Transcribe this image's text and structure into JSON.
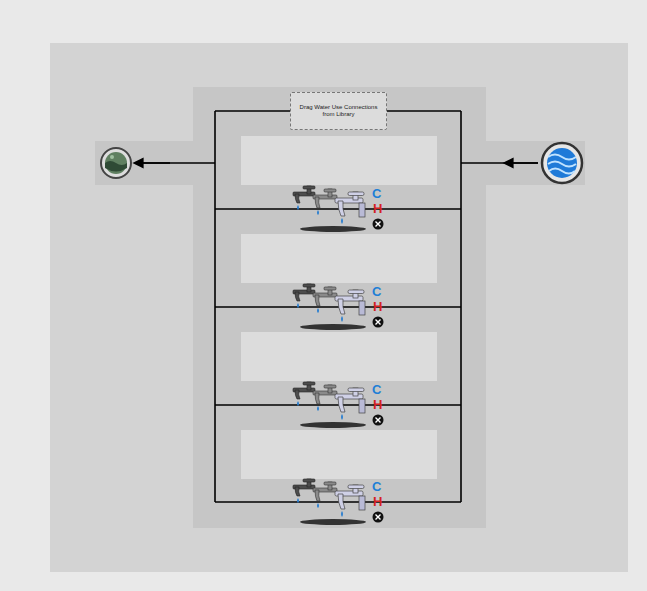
{
  "diagram": {
    "nodes": [
      {
        "text": [
          "Drag Water Use Connections from Library"
        ]
      }
    ],
    "labels": [
      "C",
      "H",
      "C",
      "H",
      "C",
      "H",
      "C",
      "H"
    ]
  }
}
